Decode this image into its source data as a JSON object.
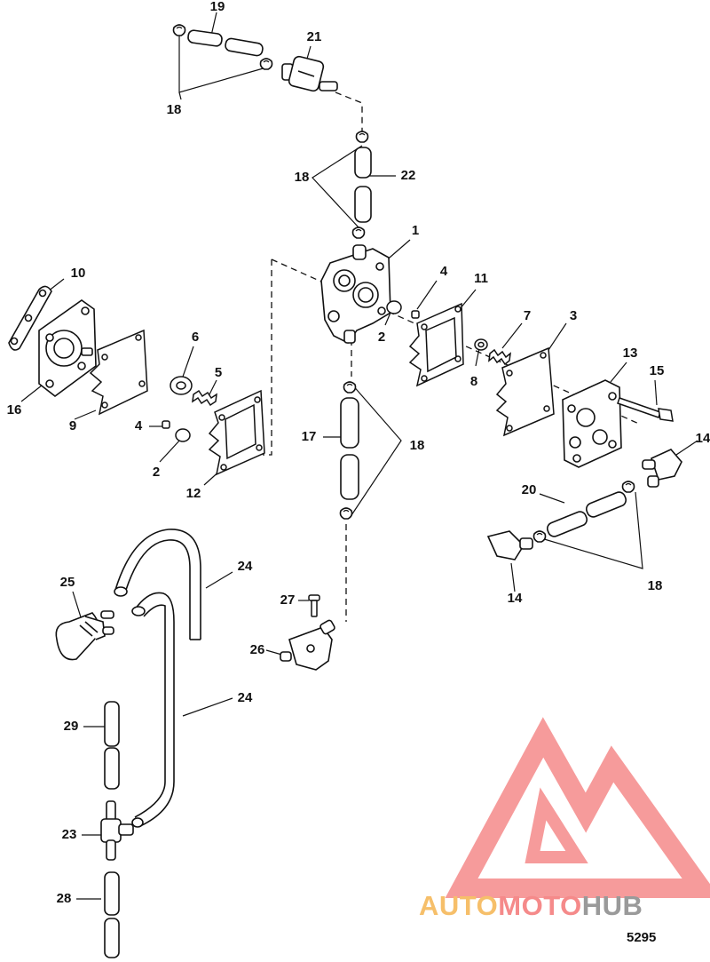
{
  "figure_number": "5295",
  "watermark": {
    "part_a": "AUTO",
    "part_b": "MOTO",
    "part_c": "HUB",
    "colors": {
      "auto": "#f6bf6a",
      "moto": "#f58a8a",
      "hub": "#9a9a9a",
      "logo": "#f58a8a"
    }
  },
  "callouts": [
    "19",
    "21",
    "18",
    "18",
    "22",
    "1",
    "10",
    "4",
    "11",
    "7",
    "3",
    "6",
    "5",
    "16",
    "9",
    "2",
    "8",
    "13",
    "15",
    "4",
    "2",
    "17",
    "18",
    "12",
    "14",
    "20",
    "14",
    "18",
    "25",
    "24",
    "27",
    "26",
    "24",
    "29",
    "23",
    "28"
  ]
}
